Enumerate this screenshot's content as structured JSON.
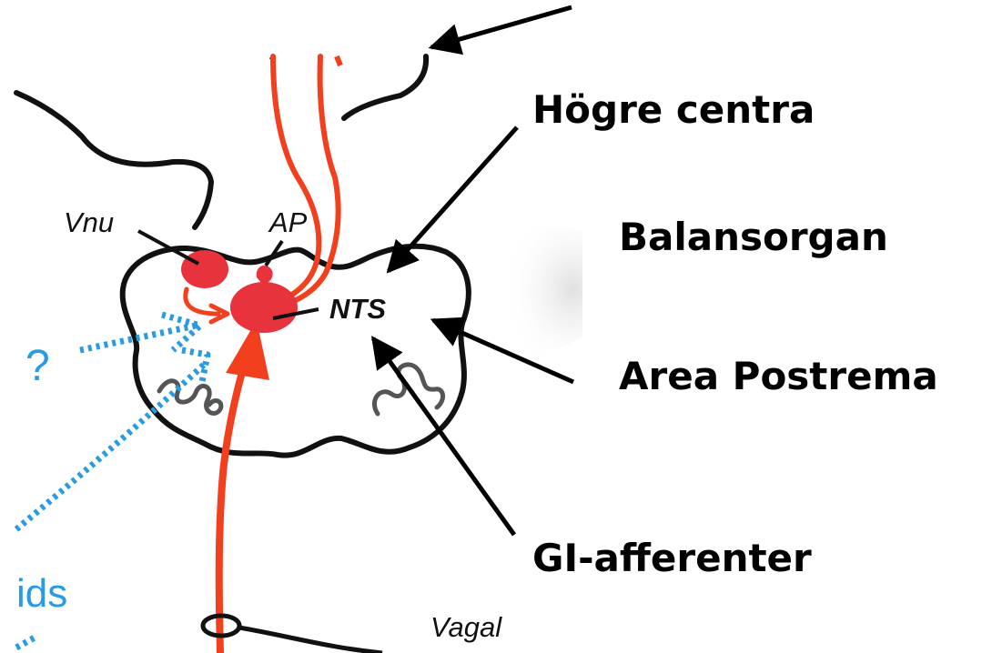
{
  "labels": {
    "higher_centers": "Högre centra",
    "balance_organ": "Balansorgan",
    "area_postrema": "Area Postrema",
    "gi_afferents": "GI-afferenter"
  },
  "figure_text": {
    "vnu": "Vnu",
    "ap": "AP",
    "nts": "NTS",
    "question": "?",
    "ids": "ids",
    "vagal": "Vagal"
  },
  "colors": {
    "neuron_red": "#e8323c",
    "pathway_orange": "#f2401e",
    "dotted_blue": "#2a9be0",
    "outline": "#111111",
    "squiggle_gray": "#555555"
  }
}
